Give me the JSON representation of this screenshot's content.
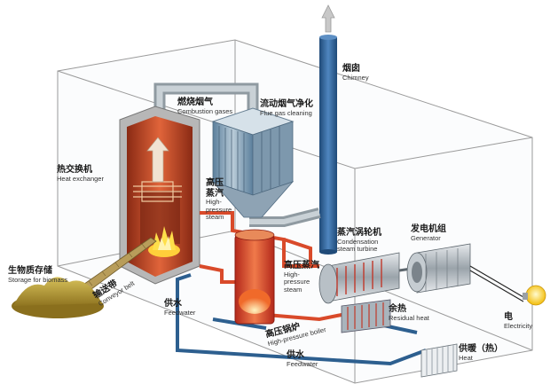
{
  "labels": {
    "combustion_gases": {
      "zh": "燃烧烟气",
      "en": "Combustion gases"
    },
    "flue_gas_cleaning": {
      "zh": "流动烟气净化",
      "en": "Flue gas cleaning"
    },
    "chimney": {
      "zh": "烟囱",
      "en": "Chimney"
    },
    "heat_exchanger": {
      "zh": "热交换机",
      "en": "Heat exchanger"
    },
    "high_pressure_steam_1": {
      "zh1": "高压",
      "zh2": "蒸汽",
      "en1": "High-",
      "en2": "pressure",
      "en3": "steam"
    },
    "steam_turbine": {
      "zh": "蒸汽涡轮机",
      "en1": "Condensation",
      "en2": "steam turbine"
    },
    "generator": {
      "zh": "发电机组",
      "en": "Generator"
    },
    "biomass_storage": {
      "zh": "生物质存储",
      "en": "Storage for biomass"
    },
    "conveyor_belt": {
      "zh": "输送带",
      "en": "Conveyor belt"
    },
    "high_pressure_steam_2": {
      "zh": "高压蒸汽",
      "en1": "High-",
      "en2": "pressure",
      "en3": "steam"
    },
    "electricity": {
      "zh": "电",
      "en": "Electricity"
    },
    "feedwater_1": {
      "zh": "供水",
      "en": "Feedwater"
    },
    "high_pressure_boiler": {
      "zh": "高压锅炉",
      "en": "High-pressure boiler"
    },
    "residual_heat": {
      "zh": "余热",
      "en": "Residual heat"
    },
    "feedwater_2": {
      "zh": "供水",
      "en": "Feedwater"
    },
    "heat": {
      "zh": "供暖（热）",
      "en": "Heat"
    }
  },
  "colors": {
    "building_stroke": "#8a8a8a",
    "chimney": "#2f5f93",
    "hot_pipe": "#d94a2a",
    "cold_pipe": "#2d5f8f",
    "flue_duct": "#9aa6ad",
    "furnace_red": "#c0392b",
    "biomass": "#b59a2c"
  }
}
